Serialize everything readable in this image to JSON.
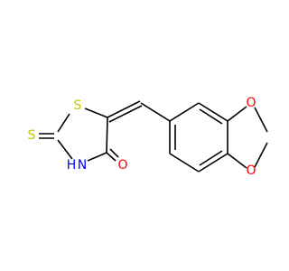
{
  "molecule": {
    "atoms": {
      "thione_s": {
        "label": "S",
        "color": "#c6c600"
      },
      "ring_s": {
        "label": "S",
        "color": "#c6c600"
      },
      "nh": {
        "label": "H",
        "color": "#0000ff"
      },
      "nh_n": {
        "label": "N",
        "color": "#0000ff"
      },
      "carbonyl_o": {
        "label": "O",
        "color": "#ff0000"
      },
      "dioxole_o_top": {
        "label": "O",
        "color": "#ff0000"
      },
      "dioxole_o_bottom": {
        "label": "O",
        "color": "#ff0000"
      }
    },
    "colors": {
      "bond": "#000000",
      "sulfur": "#c6c600",
      "nitrogen": "#0000ff",
      "oxygen": "#ff0000"
    }
  }
}
